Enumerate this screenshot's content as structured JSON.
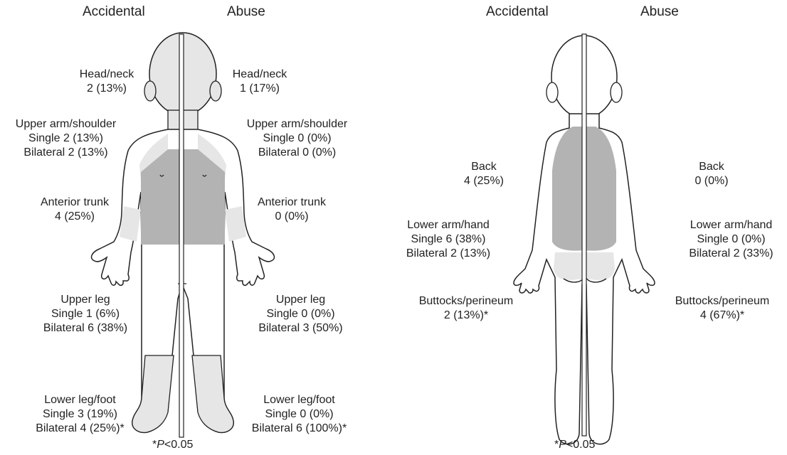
{
  "headers": {
    "front_left": "Accidental",
    "front_right": "Abuse",
    "back_left": "Accidental",
    "back_right": "Abuse"
  },
  "front": {
    "accidental": {
      "head_neck": [
        "Head/neck",
        "2 (13%)"
      ],
      "upper_arm": [
        "Upper arm/shoulder",
        "Single 2 (13%)",
        "Bilateral 2 (13%)"
      ],
      "anterior_trunk": [
        "Anterior trunk",
        "4 (25%)"
      ],
      "upper_leg": [
        "Upper leg",
        "Single 1 (6%)",
        "Bilateral 6 (38%)"
      ],
      "lower_leg": [
        "Lower leg/foot",
        "Single 3 (19%)",
        "Bilateral 4 (25%)*"
      ]
    },
    "abuse": {
      "head_neck": [
        "Head/neck",
        "1 (17%)"
      ],
      "upper_arm": [
        "Upper arm/shoulder",
        "Single 0 (0%)",
        "Bilateral 0 (0%)"
      ],
      "anterior_trunk": [
        "Anterior trunk",
        "0 (0%)"
      ],
      "upper_leg": [
        "Upper leg",
        "Single 0 (0%)",
        "Bilateral 3 (50%)"
      ],
      "lower_leg": [
        "Lower leg/foot",
        "Single 0 (0%)",
        "Bilateral 6 (100%)*"
      ]
    }
  },
  "back": {
    "accidental": {
      "back": [
        "Back",
        "4 (25%)"
      ],
      "lower_arm": [
        "Lower arm/hand",
        "Single 6 (38%)",
        "Bilateral 2 (13%)"
      ],
      "buttocks": [
        "Buttocks/perineum",
        "2 (13%)*"
      ]
    },
    "abuse": {
      "back": [
        "Back",
        "0 (0%)"
      ],
      "lower_arm": [
        "Lower arm/hand",
        "Single 0 (0%)",
        "Bilateral 2 (33%)"
      ],
      "buttocks": [
        "Buttocks/perineum",
        "4 (67%)*"
      ]
    }
  },
  "footnote": {
    "star": "*",
    "p": "P",
    "rest": "<0.05"
  },
  "colors": {
    "outline": "#222222",
    "light_shade": "#e6e6e6",
    "dark_shade": "#b3b3b3"
  }
}
